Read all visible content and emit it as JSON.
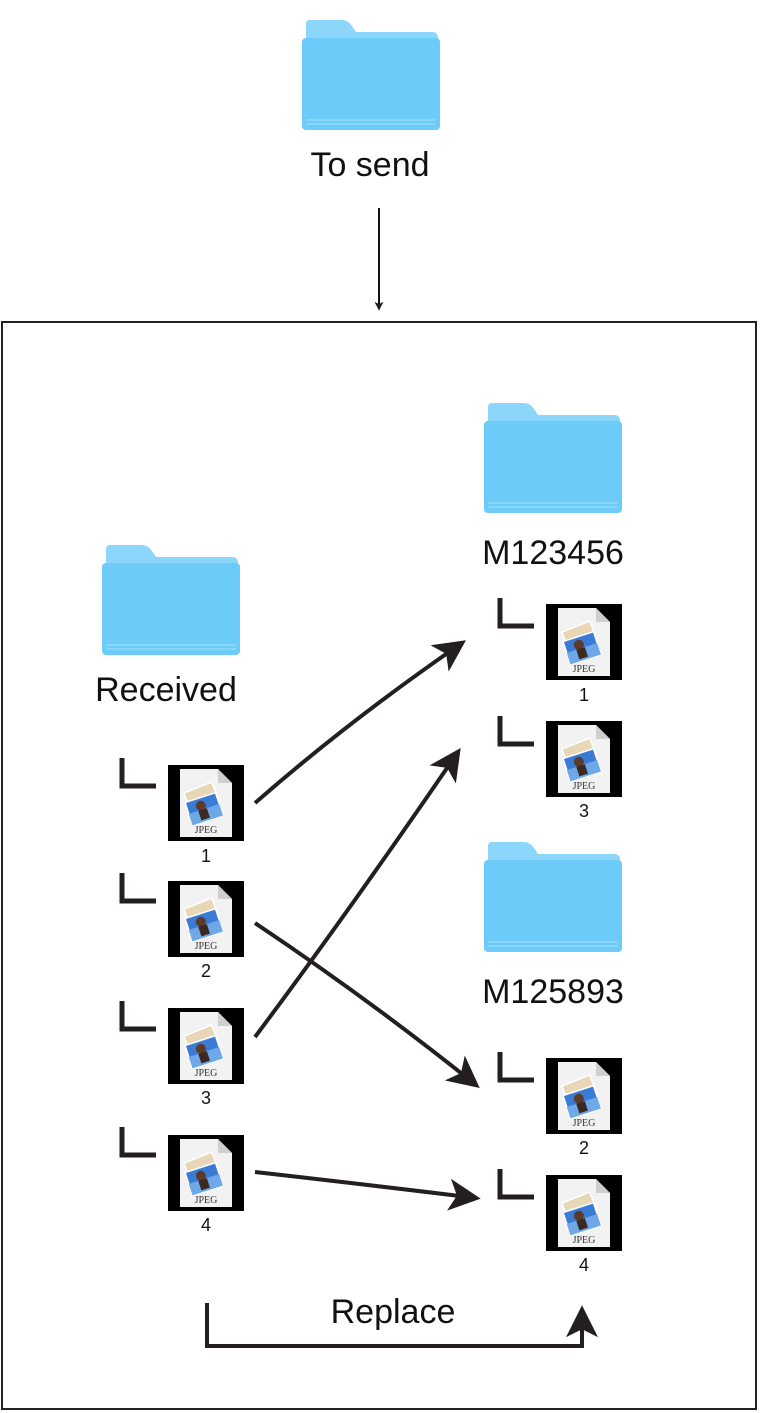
{
  "source_folder": {
    "label": "To send",
    "icon": "folder-icon"
  },
  "received": {
    "label": "Received",
    "icon": "folder-icon",
    "files": [
      {
        "number": "1",
        "type": "JPEG"
      },
      {
        "number": "2",
        "type": "JPEG"
      },
      {
        "number": "3",
        "type": "JPEG"
      },
      {
        "number": "4",
        "type": "JPEG"
      }
    ]
  },
  "destinations": [
    {
      "label": "M123456",
      "icon": "folder-icon",
      "files": [
        {
          "number": "1",
          "type": "JPEG"
        },
        {
          "number": "3",
          "type": "JPEG"
        }
      ]
    },
    {
      "label": "M125893",
      "icon": "folder-icon",
      "files": [
        {
          "number": "2",
          "type": "JPEG"
        },
        {
          "number": "4",
          "type": "JPEG"
        }
      ]
    }
  ],
  "mappings": [
    {
      "from": "1",
      "to": "M123456"
    },
    {
      "from": "2",
      "to": "M125893"
    },
    {
      "from": "3",
      "to": "M123456"
    },
    {
      "from": "4",
      "to": "M125893"
    }
  ],
  "replace_label": "Replace",
  "colors": {
    "folder_front": "#6ccbf9",
    "folder_back": "#8dd6fb",
    "stroke": "#231f20"
  }
}
